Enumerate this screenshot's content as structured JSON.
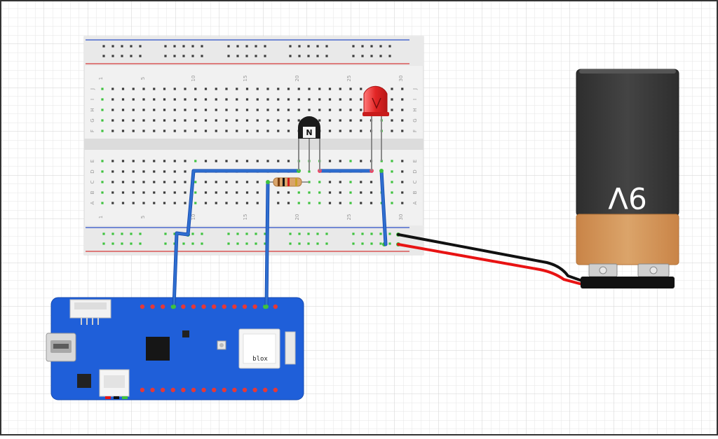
{
  "breadboard": {
    "column_labels": [
      "1",
      "5",
      "10",
      "15",
      "20",
      "25",
      "30"
    ],
    "row_labels_top": [
      "J",
      "I",
      "H",
      "G",
      "F"
    ],
    "row_labels_bottom": [
      "E",
      "D",
      "C",
      "B",
      "A"
    ]
  },
  "transistor": {
    "type_label": "N"
  },
  "battery": {
    "label": "9V"
  },
  "board": {
    "module_label": "blox"
  },
  "colors": {
    "wire_blue": "#2f6fd0",
    "wire_red": "#e81313",
    "wire_black": "#111111",
    "led_red": "#e32626",
    "board_blue": "#1f5fd9",
    "battery_top": "#3d3d3d",
    "battery_bottom": "#d2955a",
    "rail_red": "#d63a3a",
    "rail_blue": "#2b50c8"
  }
}
